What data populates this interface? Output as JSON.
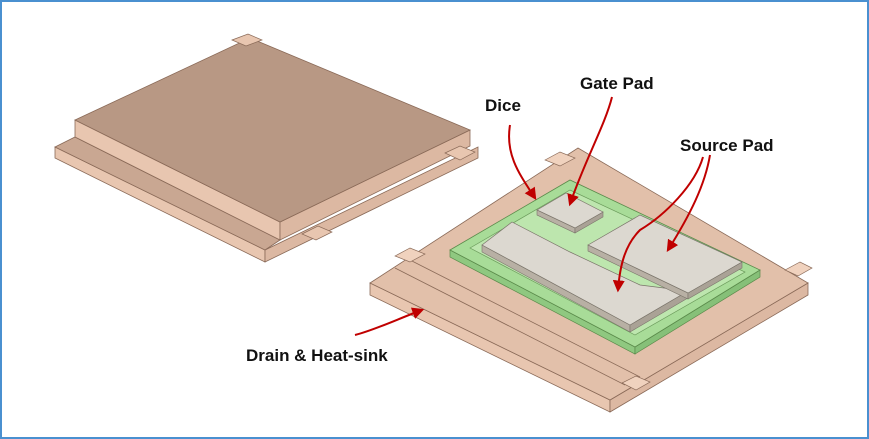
{
  "labels": {
    "dice": "Dice",
    "gate_pad": "Gate Pad",
    "source_pad": "Source Pad",
    "drain_heatsink": "Drain & Heat-sink"
  },
  "colors": {
    "border": "#4a90d0",
    "copper_top": "#b89884",
    "copper_side": "#e8c6b0",
    "copper_front": "#dcb8a2",
    "substrate": "#a8dc98",
    "die": "#ccdcc0",
    "pad": "#dcd8d0",
    "arrow": "#c00000"
  }
}
